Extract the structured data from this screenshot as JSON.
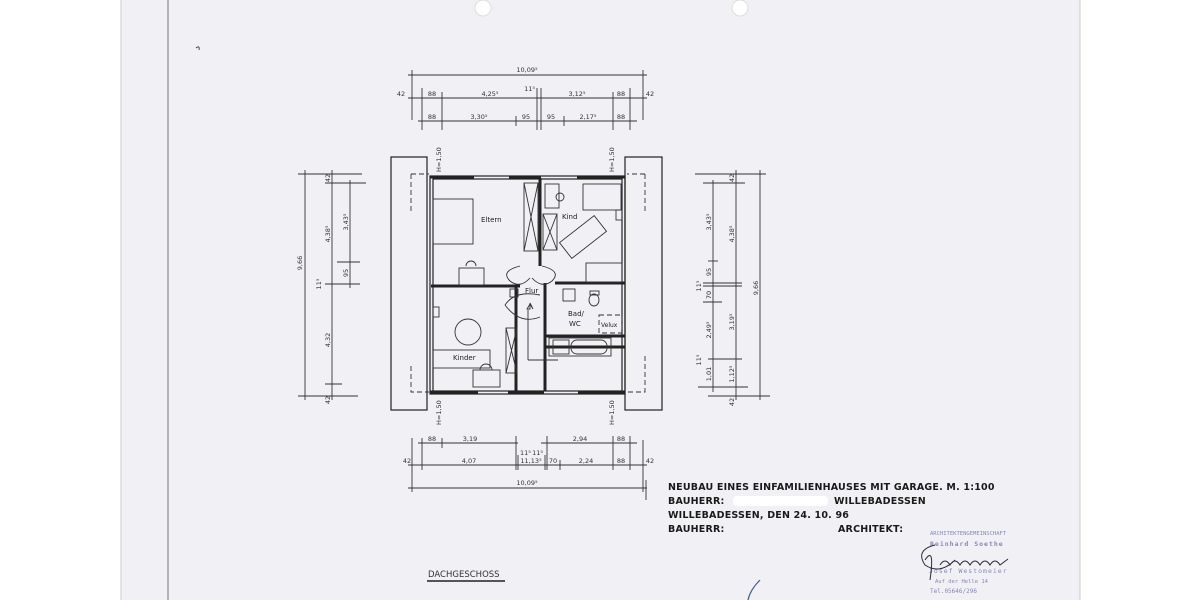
{
  "drawing": {
    "title_label": "DACHGESCHOSS",
    "rooms": {
      "eltern": "Eltern",
      "kind": "Kind",
      "flur": "Flur",
      "bad_line1": "Bad/",
      "bad_line2": "WC",
      "kinder": "Kinder",
      "velux": "Velux"
    },
    "height_marks": [
      "H=1,50",
      "H=1,50",
      "H=1,50",
      "H=1,50"
    ],
    "dimensions": {
      "top_overall": "10,09⁵",
      "top_row1": [
        "42",
        "88",
        "4,25⁵",
        "11⁵",
        "3,12⁵",
        "88",
        "42"
      ],
      "top_row2": [
        "88",
        "3,30⁵",
        "95",
        "95",
        "2,17⁵",
        "88"
      ],
      "bottom_row1": [
        "88",
        "3,19",
        "2,94",
        "88"
      ],
      "bottom_row2": [
        "42",
        "4,07",
        "11⁵",
        "11,13⁵",
        "11⁵",
        "70",
        "2,24",
        "88",
        "42"
      ],
      "bottom_overall": "10,09⁵",
      "left_overall": "9,66",
      "left_row1": [
        "42",
        "4,38⁵",
        "11⁵",
        "4,32",
        "42"
      ],
      "left_row2": [
        "3,43⁵",
        "95"
      ],
      "right_row1": [
        "3,43⁵",
        "95",
        "11⁵",
        "70",
        "2,49⁵",
        "11⁵",
        "1,01"
      ],
      "right_row2": [
        "42",
        "4,38⁵",
        "3,19⁵",
        "1,12⁵",
        "42"
      ],
      "right_overall": "9,66"
    }
  },
  "title_block": {
    "line1": "NEUBAU EINES EINFAMILIENHAUSES MIT GARAGE. M. 1:100",
    "bauherr_label": "BAUHERR:",
    "bauherr_place": "WILLEBADESSEN",
    "date_line": "WILLEBADESSEN, DEN 24. 10. 96",
    "bauherr_sign_label": "BAUHERR:",
    "architekt_label": "ARCHITEKT:"
  },
  "stamp": {
    "line1": "ARCHITEKTENGEMEINSCHAFT",
    "line2": "Reinhard Soethe",
    "line3": "Josef Westomeier",
    "line4": "Auf der Helle 14",
    "line5": "Tel.05646/296"
  },
  "colors": {
    "paper": "#f1f1f5",
    "ink": "#222222",
    "stamp": "#8a86b8"
  }
}
